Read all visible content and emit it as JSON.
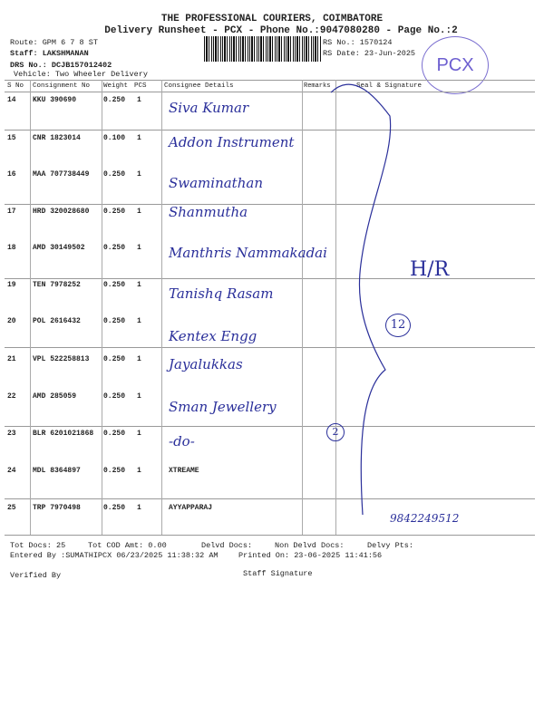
{
  "header": {
    "company": "THE PROFESSIONAL COURIERS, COIMBATORE",
    "subtitle": "Delivery Runsheet - PCX - Phone No.:9047080280 - Page No.:2",
    "route": "Route: GPM 6 7 8 ST",
    "staff": "Staff: LAKSHMANAN",
    "drs_no": "DRS No.: DCJB157012402",
    "vehicle": "Vehicle: Two Wheeler Delivery",
    "rs_no": "RS No.: 1570124",
    "rs_date": "RS Date: 23-Jun-2025",
    "stamp": "PCX"
  },
  "columns": [
    "S No",
    "Consignment No",
    "Weight",
    "PCS",
    "Consignee Details",
    "Remarks",
    "Seal & Signature"
  ],
  "rows": [
    {
      "sno": "14",
      "cno": "KKU 390690",
      "weight": "0.250",
      "pcs": "1",
      "consignee": "",
      "hand": "Siva Kumar"
    },
    {
      "sno": "15",
      "cno": "CNR 1823014",
      "weight": "0.100",
      "pcs": "1",
      "consignee": "",
      "hand": "Addon Instrument"
    },
    {
      "sno": "16",
      "cno": "MAA 707738449",
      "weight": "0.250",
      "pcs": "1",
      "consignee": "",
      "hand": "Swaminathan"
    },
    {
      "sno": "17",
      "cno": "HRD 320028680",
      "weight": "0.250",
      "pcs": "1",
      "consignee": "",
      "hand": "Shanmutha"
    },
    {
      "sno": "18",
      "cno": "AMD 30149502",
      "weight": "0.250",
      "pcs": "1",
      "consignee": "",
      "hand": "Manthris Nammakadai"
    },
    {
      "sno": "19",
      "cno": "TEN 7978252",
      "weight": "0.250",
      "pcs": "1",
      "consignee": "",
      "hand": "Tanishq Rasam"
    },
    {
      "sno": "20",
      "cno": "POL 2616432",
      "weight": "0.250",
      "pcs": "1",
      "consignee": "",
      "hand": "Kentex Engg"
    },
    {
      "sno": "21",
      "cno": "VPL 522258813",
      "weight": "0.250",
      "pcs": "1",
      "consignee": "",
      "hand": "Jayalukkas"
    },
    {
      "sno": "22",
      "cno": "AMD 285059",
      "weight": "0.250",
      "pcs": "1",
      "consignee": "",
      "hand": "Sman Jewellery"
    },
    {
      "sno": "23",
      "cno": "BLR 6201021868",
      "weight": "0.250",
      "pcs": "1",
      "consignee": "",
      "hand": "-do-"
    },
    {
      "sno": "24",
      "cno": "MDL 8364897",
      "weight": "0.250",
      "pcs": "1",
      "consignee": "XTREAME",
      "hand": ""
    },
    {
      "sno": "25",
      "cno": "TRP 7970498",
      "weight": "0.250",
      "pcs": "1",
      "consignee": "AYYAPPARAJ",
      "hand": ""
    }
  ],
  "annotations": {
    "initials": "H/R",
    "count_circle": "12",
    "count_small": "2",
    "phone_note": "9842249512"
  },
  "footer": {
    "tot_docs": "Tot Docs:  25",
    "tot_cod": "Tot COD Amt:    0.00",
    "delvd_docs": "Delvd Docs:",
    "non_delvd": "Non Delvd Docs:",
    "delvy_pts": "Delvy Pts:",
    "entered_by": "Entered By :SUMATHIPCX 06/23/2025 11:38:32 AM",
    "printed_on": "Printed On: 23-06-2025 11:41:56",
    "verified_by": "Verified By",
    "staff_signature": "Staff Signature"
  }
}
